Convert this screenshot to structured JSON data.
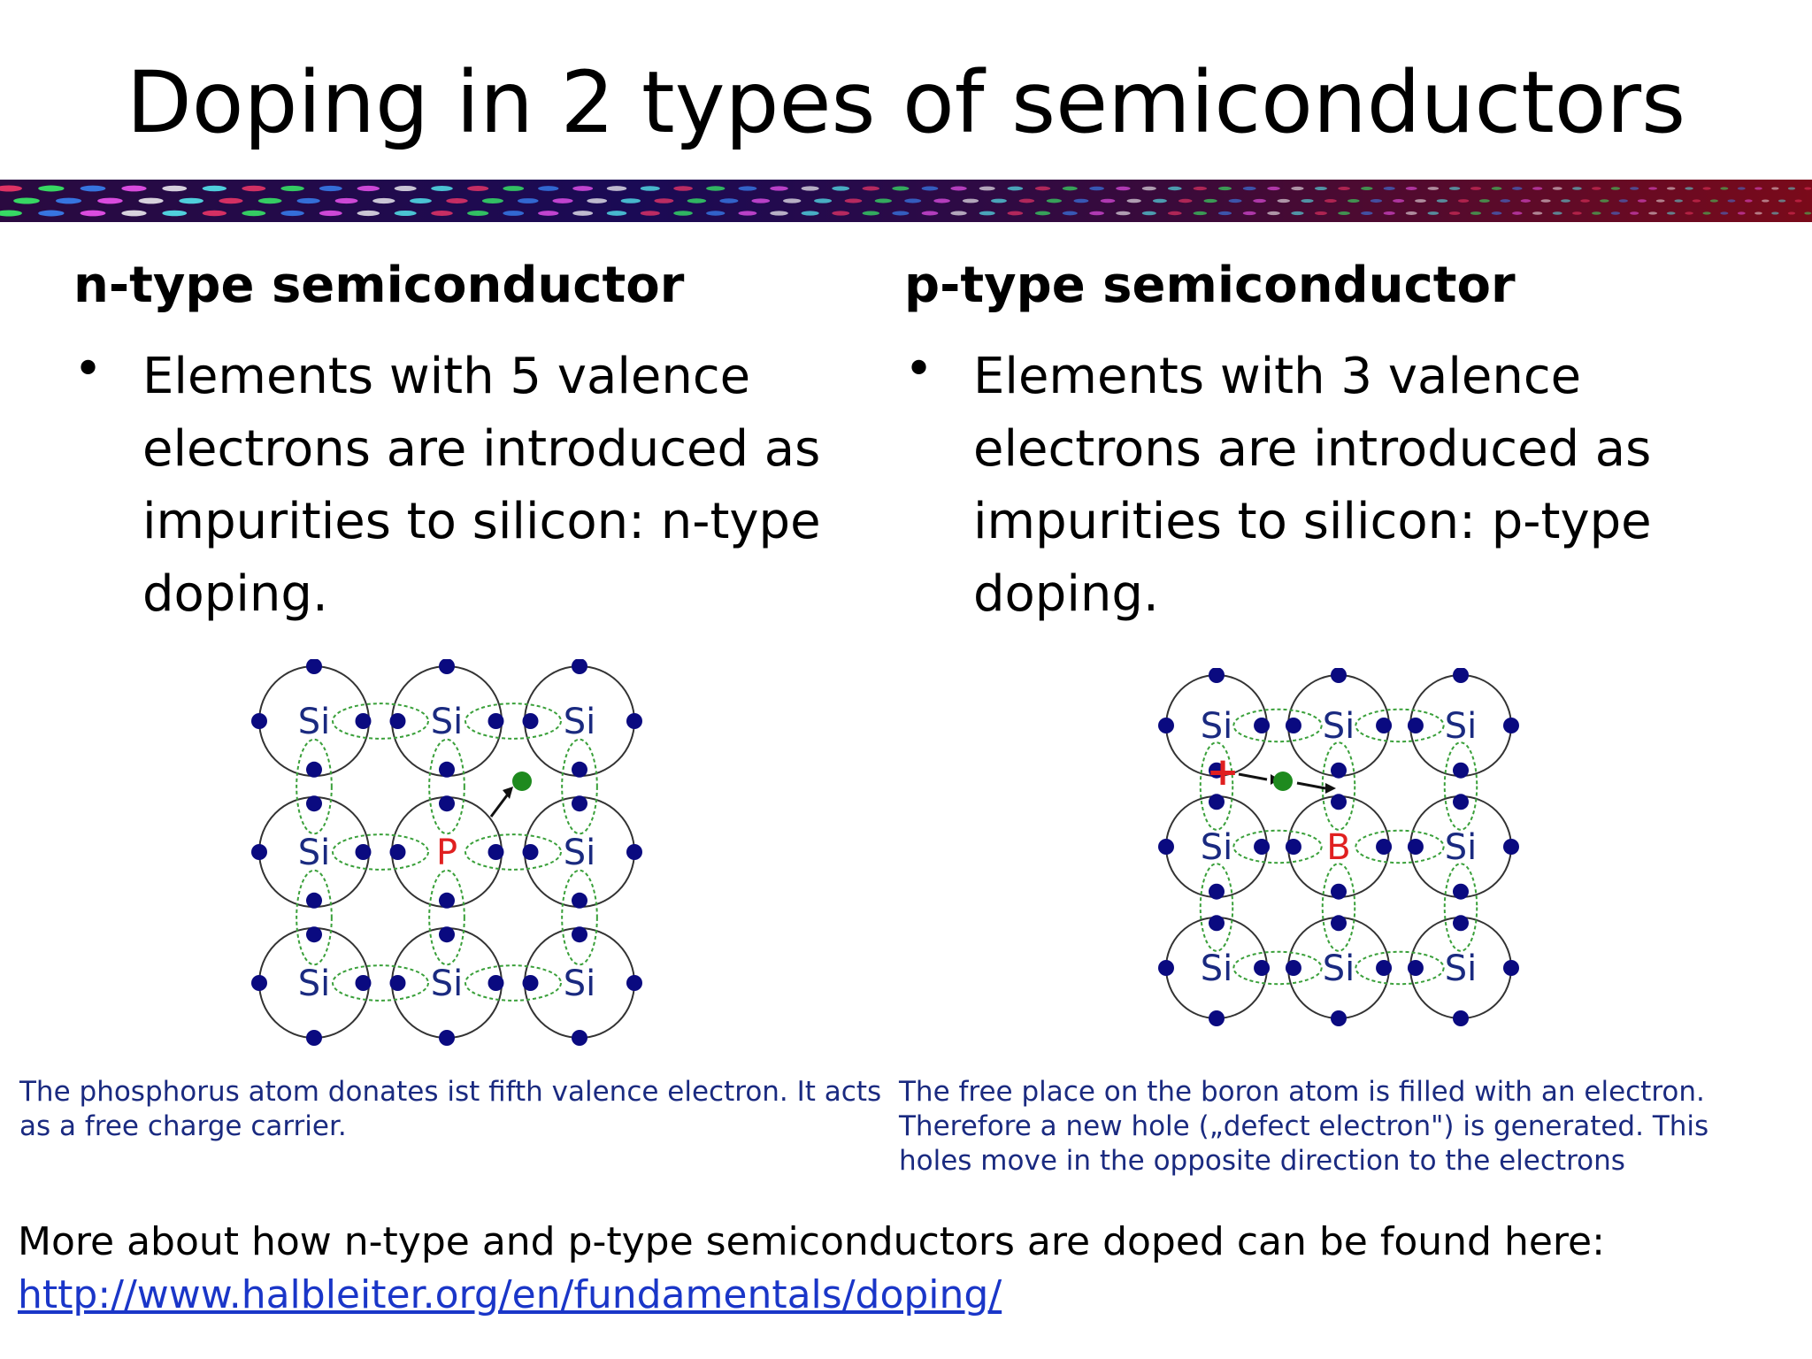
{
  "slide": {
    "title": "Doping in 2 types of semiconductors"
  },
  "columns": [
    {
      "heading": "n-type semiconductor",
      "bullet": "Elements with 5 valence electrons are introduced as impurities to silicon: n-type doping.",
      "diagram": {
        "atoms": [
          "Si",
          "Si",
          "Si",
          "Si",
          "P",
          "Si",
          "Si",
          "Si",
          "Si"
        ],
        "caption": "The phosphorus atom donates ist fifth valence electron. It acts as a free charge carrier."
      }
    },
    {
      "heading": "p-type semiconductor",
      "bullet": "Elements with 3 valence electrons are introduced as impurities to silicon: p-type doping.",
      "diagram": {
        "atoms": [
          "Si",
          "Si",
          "Si",
          "Si",
          "B",
          "Si",
          "Si",
          "Si",
          "Si"
        ],
        "hole_symbol": "+",
        "caption": "The free place on the boron atom is filled with an electron. Therefore a new hole („defect electron\") is generated. This holes move in the opposite direction to the electrons"
      }
    }
  ],
  "footer": {
    "text": "More about how n-type and p-type semiconductors are doped can be found here:",
    "link": "http://www.halbleiter.org/en/fundamentals/doping/"
  },
  "colors": {
    "electron": "#0a0a80",
    "dopant_label": "#e02020",
    "si_label": "#1a2a80",
    "bond": "#3aa03a",
    "free_electron": "#1e8a1e",
    "link": "#1a36c8"
  }
}
